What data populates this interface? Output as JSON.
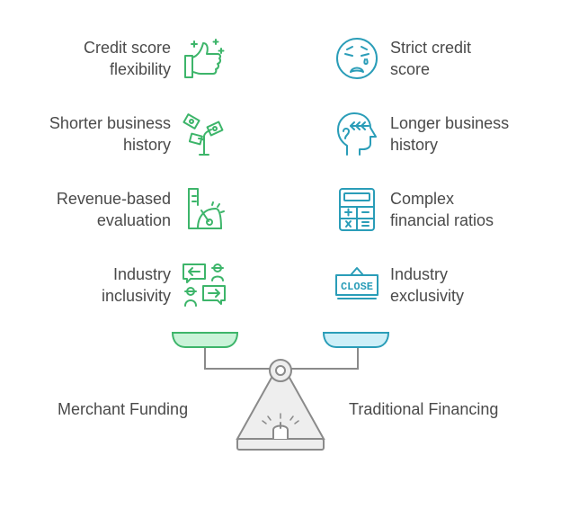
{
  "left": {
    "title": "Merchant Funding",
    "items": [
      {
        "line1": "Credit score",
        "line2": "flexibility",
        "icon": "thumbs-up-icon"
      },
      {
        "line1": "Shorter business",
        "line2": "history",
        "icon": "sprouting-money-icon"
      },
      {
        "line1": "Revenue-based",
        "line2": "evaluation",
        "icon": "revenue-gauge-icon"
      },
      {
        "line1": "Industry",
        "line2": "inclusivity",
        "icon": "people-exchange-icon"
      }
    ]
  },
  "right": {
    "title": "Traditional Financing",
    "items": [
      {
        "line1": "Strict credit",
        "line2": "score",
        "icon": "worried-face-icon"
      },
      {
        "line1": "Longer business",
        "line2": "history",
        "icon": "head-rewind-icon"
      },
      {
        "line1": "Complex",
        "line2": "financial ratios",
        "icon": "calculator-icon"
      },
      {
        "line1": "Industry",
        "line2": "exclusivity",
        "icon": "close-sign-icon"
      }
    ]
  },
  "close_sign_text": "CLOSE",
  "colors": {
    "green": "#3db56a",
    "green_fill": "#c9f3d8",
    "teal": "#2a9db8",
    "teal_fill": "#cdeff8",
    "gray": "#8a8a8a",
    "gray_fill": "#eeeeee",
    "text": "#4a4a4a"
  }
}
